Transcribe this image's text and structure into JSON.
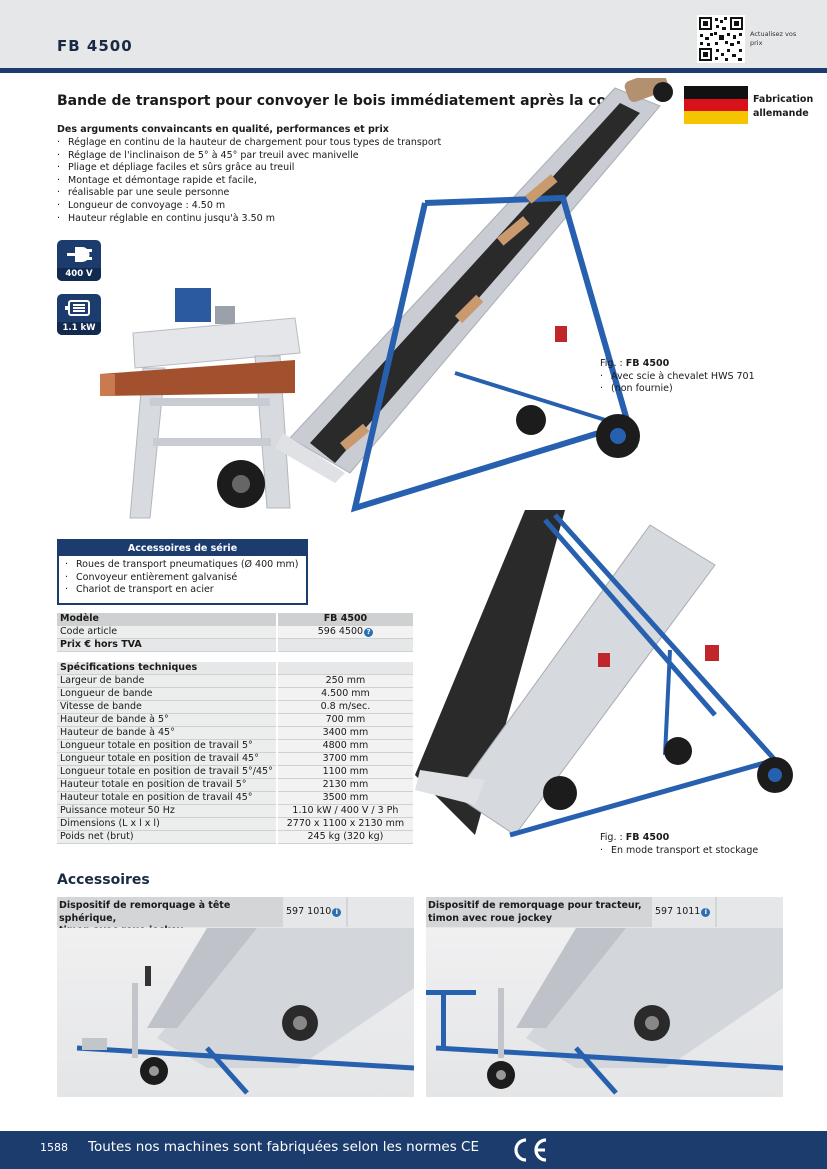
{
  "header": {
    "model": "FB 4500",
    "qr_label": "Actualisez vos prix"
  },
  "headline": "Bande de transport pour convoyer le bois immédiatement après la coupe.",
  "made_in": {
    "line1": "Fabrication",
    "line2": "allemande"
  },
  "arguments": {
    "title": "Des arguments convaincants en qualité, performances et prix",
    "items": [
      "Réglage en continu de la hauteur de chargement pour tous types de transport",
      "Réglage de l'inclinaison de 5° à 45° par treuil  avec manivelle",
      "Pliage et dépliage faciles et sûrs grâce au treuil",
      "Montage et démontage rapide et facile,",
      "réalisable par une seule personne",
      "Longueur de convoyage : 4.50 m",
      "Hauteur réglable en continu jusqu'à 3.50 m"
    ]
  },
  "badges": {
    "voltage": "400 V",
    "power": "1.1 kW"
  },
  "figure1": {
    "label": "Fig. : ",
    "model": "FB 4500",
    "lines": [
      "Avec scie à chevalet HWS 701",
      "(non fournie)"
    ]
  },
  "figure2": {
    "label": "Fig. : ",
    "model": "FB 4500",
    "lines": [
      "En mode transport et stockage"
    ]
  },
  "series_accessories": {
    "title": "Accessoires de série",
    "items": [
      "Roues de transport pneumatiques (Ø 400 mm)",
      "Convoyeur entièrement galvanisé",
      "Chariot de transport en acier"
    ]
  },
  "specs": {
    "model_label": "Modèle",
    "model_value": "FB 4500",
    "code_label": "Code article",
    "code_value": "596 4500",
    "price_label": "Prix € hors TVA",
    "tech_label": "Spécifications techniques",
    "rows": [
      {
        "label": "Largeur de bande",
        "value": "250 mm"
      },
      {
        "label": "Longueur de bande",
        "value": "4.500 mm"
      },
      {
        "label": "Vitesse de bande",
        "value": "0.8 m/sec."
      },
      {
        "label": "Hauteur de bande à 5°",
        "value": "700 mm"
      },
      {
        "label": "Hauteur de bande à 45°",
        "value": "3400 mm"
      },
      {
        "label": "Longueur totale en position de travail 5°",
        "value": "4800 mm"
      },
      {
        "label": "Longueur totale en position de travail 45°",
        "value": "3700 mm"
      },
      {
        "label": "Longueur totale en position de travail 5°/45°",
        "value": "1100 mm"
      },
      {
        "label": "Hauteur totale en position de travail 5°",
        "value": "2130 mm"
      },
      {
        "label": "Hauteur totale en position de travail 45°",
        "value": "3500 mm"
      },
      {
        "label": "Puissance moteur 50 Hz",
        "value": "1.10 kW / 400 V / 3 Ph"
      },
      {
        "label": "Dimensions (L x l x l)",
        "value": "2770 x 1100 x 2130 mm"
      },
      {
        "label": "Poids net (brut)",
        "value": "245 kg (320 kg)"
      }
    ]
  },
  "accessories": {
    "title": "Accessoires",
    "items": [
      {
        "name_line1": "Dispositif de remorquage à tête sphérique,",
        "name_line2": "timon avec roue jockey",
        "code": "597 1010"
      },
      {
        "name_line1": "Dispositif de remorquage pour tracteur,",
        "name_line2": "timon avec roue jockey",
        "code": "597 1011"
      }
    ]
  },
  "footer": {
    "page": "1588",
    "text": "Toutes nos machines sont fabriquées selon les normes CE",
    "mark": "CE"
  },
  "colors": {
    "brand_blue": "#1d3c6e",
    "frame_blue": "#2860b0",
    "gray": "#e6e7e9"
  }
}
